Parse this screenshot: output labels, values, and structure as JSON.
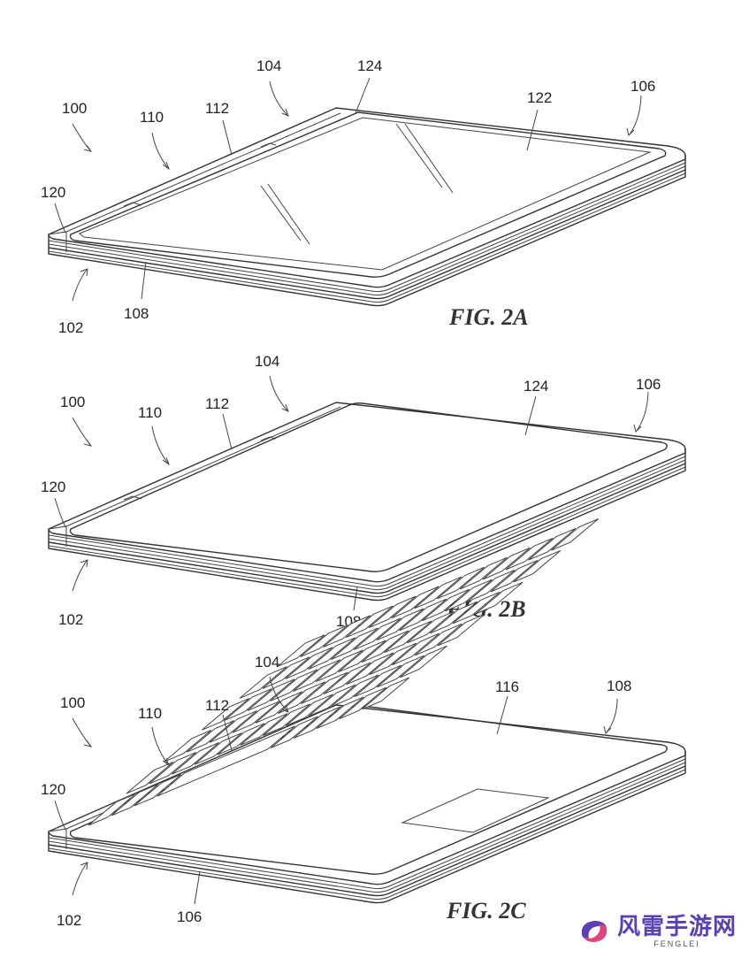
{
  "figures": [
    {
      "id": "2A",
      "caption": "FIG. 2A",
      "refs": [
        "100",
        "110",
        "112",
        "104",
        "124",
        "122",
        "106",
        "120",
        "102",
        "108"
      ]
    },
    {
      "id": "2B",
      "caption": "FIG. 2B",
      "refs": [
        "100",
        "110",
        "112",
        "104",
        "124",
        "106",
        "120",
        "102",
        "108"
      ]
    },
    {
      "id": "2C",
      "caption": "FIG. 2C",
      "refs": [
        "100",
        "110",
        "112",
        "104",
        "116",
        "108",
        "120",
        "102",
        "106"
      ]
    }
  ],
  "watermark": {
    "text": "风雷手游网",
    "subtext": "FENGLEI",
    "logo_icon": "fenglei-logo-icon",
    "colors": {
      "primary": "#5b3fb5",
      "accent": "#e0457b"
    }
  }
}
